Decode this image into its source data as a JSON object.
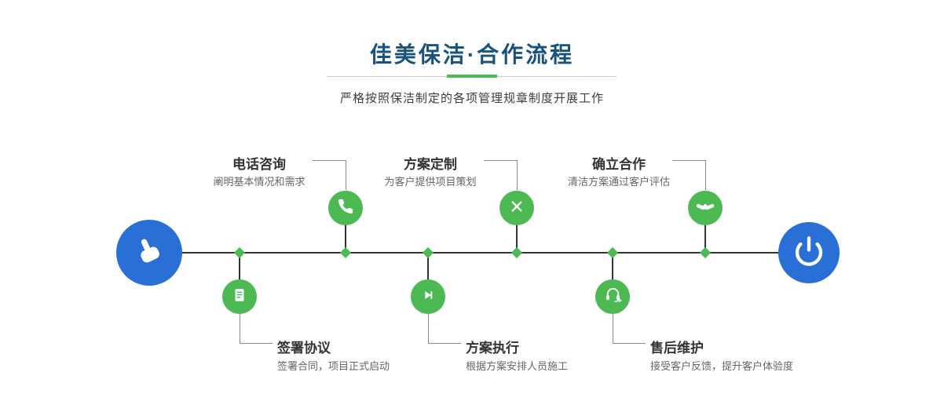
{
  "header": {
    "title": "佳美保洁·合作流程",
    "subtitle": "严格按照保洁制定的各项管理规章制度开展工作"
  },
  "colors": {
    "title_blue": "#17537c",
    "accent_green": "#4cb953",
    "endpoint_blue": "#2a6fd6",
    "line_dark": "#333333"
  },
  "endpoints": {
    "start_icon": "pointing-hand-icon",
    "end_icon": "power-icon"
  },
  "steps": [
    {
      "id": "phone",
      "position": "top",
      "title": "电话咨询",
      "desc": "阐明基本情况和需求",
      "icon": "phone-icon"
    },
    {
      "id": "plan",
      "position": "top",
      "title": "方案定制",
      "desc": "为客户提供项目策划",
      "icon": "pencil-ruler-icon"
    },
    {
      "id": "cooperate",
      "position": "top",
      "title": "确立合作",
      "desc": "清洁方案通过客户评估",
      "icon": "handshake-icon"
    },
    {
      "id": "sign",
      "position": "bottom",
      "title": "签署协议",
      "desc": "签署合同，项目正式启动",
      "icon": "contract-icon"
    },
    {
      "id": "execute",
      "position": "bottom",
      "title": "方案执行",
      "desc": "根据方案安排人员施工",
      "icon": "play-icon"
    },
    {
      "id": "aftersale",
      "position": "bottom",
      "title": "售后维护",
      "desc": "接受客户反馈，提升客户体验度",
      "icon": "headset-icon"
    }
  ]
}
